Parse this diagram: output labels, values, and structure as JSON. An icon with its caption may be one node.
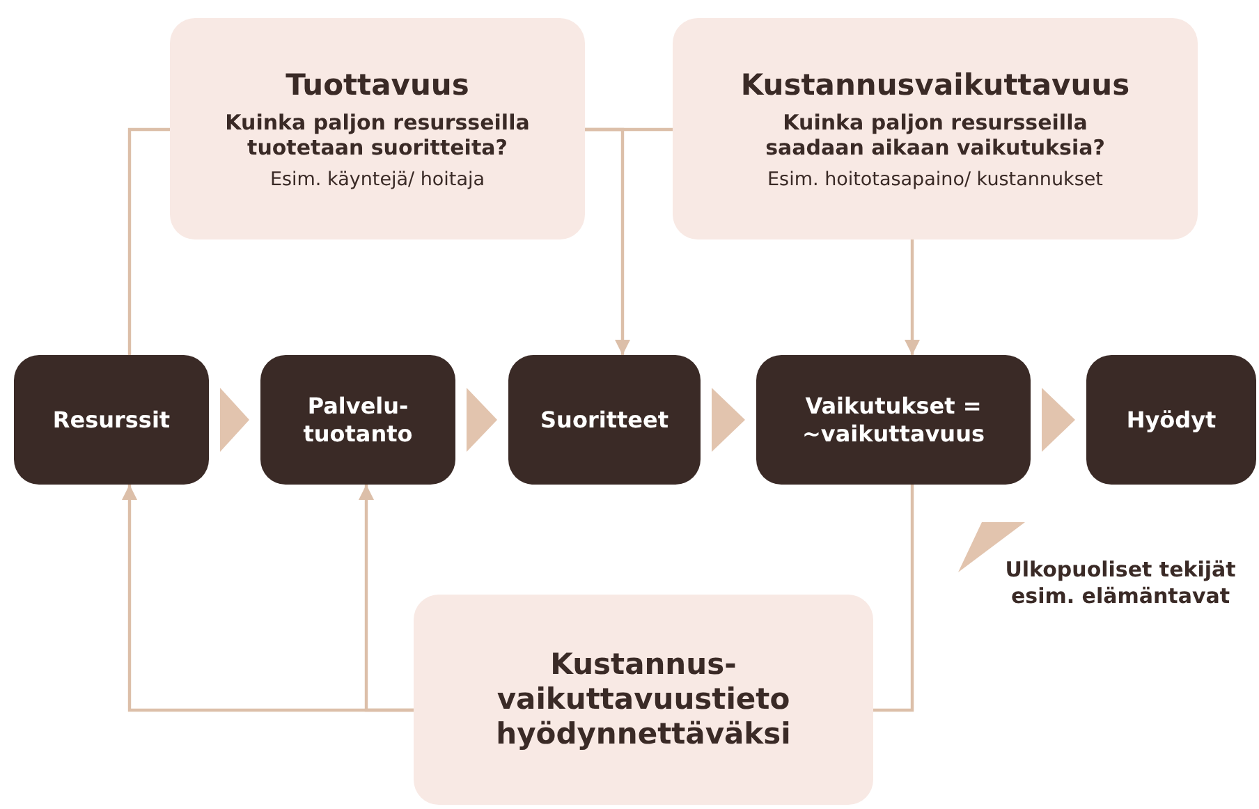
{
  "diagram": {
    "nodes": [
      {
        "text": [
          "Tuottavuus",
          "Kuinka paljon resursseilla tuotetaan suoritteita?",
          "Esim. käyntejä/ hoitaja"
        ]
      },
      {
        "text": [
          "Kustannusvaikuttavuus",
          "Kuinka paljon resursseilla saadaan aikaan vaikutuksia?",
          "Esim. hoitotasapaino/ kustannukset"
        ]
      },
      {
        "text": [
          "Resurssit"
        ]
      },
      {
        "text": [
          "Palvelu- tuotanto"
        ]
      },
      {
        "text": [
          "Suoritteet"
        ]
      },
      {
        "text": [
          "Vaikutukset = ~vaikuttavuus"
        ]
      },
      {
        "text": [
          "Hyödyt"
        ]
      },
      {
        "text": [
          "Kustannus- vaikuttavuustieto hyödynnettäväksi"
        ]
      }
    ],
    "edges": [
      {
        "from": 2,
        "to": 0,
        "arrow": "none"
      },
      {
        "from": 0,
        "to": 1,
        "arrow": "none"
      },
      {
        "from": 0,
        "to": 4,
        "arrow": "to"
      },
      {
        "from": 1,
        "to": 5,
        "arrow": "to"
      },
      {
        "from": 2,
        "to": 3,
        "arrow": "to"
      },
      {
        "from": 3,
        "to": 4,
        "arrow": "to"
      },
      {
        "from": 4,
        "to": 5,
        "arrow": "to"
      },
      {
        "from": 5,
        "to": 6,
        "arrow": "to"
      },
      {
        "from": 5,
        "to": 7,
        "arrow": "none"
      },
      {
        "from": 7,
        "to": 2,
        "arrow": "to"
      },
      {
        "from": 7,
        "to": 3,
        "arrow": "to"
      }
    ],
    "labels": [
      "Ulkopuoliset tekijät esim. elämäntavat"
    ]
  }
}
